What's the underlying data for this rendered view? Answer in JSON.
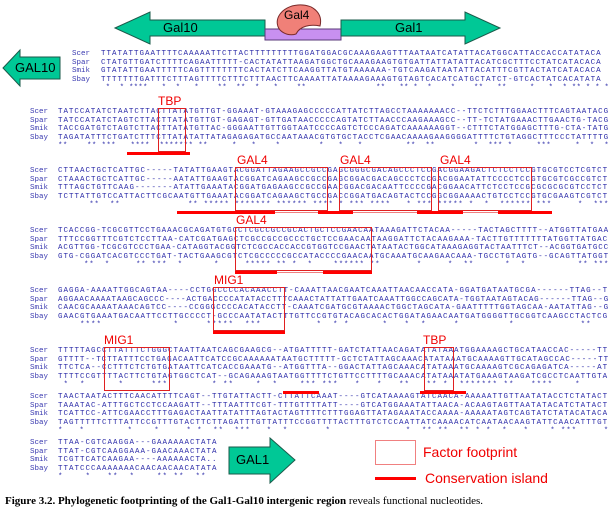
{
  "gene_diagram": {
    "left_gene": "Gal10",
    "right_gene": "Gal1",
    "factor": "Gal4",
    "colors": {
      "gene_arrow": "#00c896",
      "intergenic": "#c890f0",
      "factor": "#f08078"
    }
  },
  "side_labels": {
    "start": "GAL10",
    "end": "GAL1"
  },
  "blocks": [
    {
      "rows": [
        {
          "species": "Scer",
          "seq": "TTATATTGAATTTTCAAAAATTCTTACTTTTTTTTTGGATGGACGCAAAGAAGTTTAATAATCATATTACATGGCATTACCACCATATACA"
        },
        {
          "species": "Spar",
          "seq": "CTATGTTGATCTTTTCAGAATTTTT-CACTATATTAAGATGGCTGCAAAGAAGTGTGATTATTATATTACATCGCTTTCCTATCATACACA"
        },
        {
          "species": "Smik",
          "seq": "GTATATTGAATTTTTCAGTTTTTTTTCACTATCTTCAAGGTTATGTAAAAAA-TGTCAAGATAATATTACATTTCGTTACTATCATACACA"
        },
        {
          "species": "Sbay",
          "seq": "TTTTTTTGATTTCTTTAGTTTTCTTTCTTTAACTTCAAAATTATAAAAGAAAGTGTAGTCACATCATGCTATCT-GTCACTATCACATATA"
        }
      ],
      "conservation": " *  * ****   *  *   *    **  **  *   *    **               **   ** *  *    *    **   **     *   *  * ** * * *"
    },
    {
      "rows": [
        {
          "species": "Scer",
          "seq": "TATCCATATCTAATCTTACTTATATGTTGT-GGAAAT-GTAAAGAGCCCCCATTATCTTAGCCTAAAAAAACC--TTCTCTTTGGAACTTTCAGTAATACG"
        },
        {
          "species": "Spar",
          "seq": "TATCCATATCTAGTCTTACTTATATGTTGT-GAGAGT-GTTGATAACCCCCAGTATCTTAACCCAAGAAAGCC--TT-TCTATGAAACTTGAACTG-TACG"
        },
        {
          "species": "Smik",
          "seq": "TACCGATGTCTAGTCTTACTTATATGTTAC-GGGAATTGTTGGTAATCCCCAGTCTCCCAGATCAAAAAAGGT--CTTTCTATGGAGCTTTG-CTA-TATG"
        },
        {
          "species": "Sbay",
          "seq": "TAGATATTTCTGATCTTTCTTATATATTATAGAGAGATGCCAATAAACGTGTGCTACCTCGAACAAAAGAAGGGGATTTTCTGTAGGCTTTCCCTATTTTG"
        }
      ],
      "conservation": "**    ** ***   ****  ******* **     *   *    *        *   *   *         **  **        *  *** *     ***     *  *  *"
    },
    {
      "rows": [
        {
          "species": "Scer",
          "seq": "CTTAACTGCTCATTGC-----TATATTGAAGTACGGATTAGAAGCCGCCGAGCGGGCGACAGCCCTCCGACGGAAGACTCTCCTCCGTGCGTCCTCGTCT"
        },
        {
          "species": "Spar",
          "seq": "CTAAACTGCTCATTGC-----AATATTGAAGTACGGATCAGAAGCCGCCGAGCGGACGACAGCCCTCCGACGGAATATTCCCCTCCGTGCGTCGCCGTCT"
        },
        {
          "species": "Smik",
          "seq": "TTTAGCTGTTCAAG-------ATATTGAAATACGGATGAGAAGCCGCCGAACGGACGACAATTCCCCGACGGAACATTCTCCTCCGCGCGCGCGTCCTCT"
        },
        {
          "species": "Sbay",
          "seq": "TCTTATTGTCCATTACTTCGCAATGTTGAAATACGGATCAGAAGCTGCCGACCGGATGACAGTACTCCGGCGGAAAACTGTCCTCCGTGCGAAGTCGTCT"
        }
      ],
      "conservation": "      **  **             ** ***** ******* ****** **** * *** ****   * *** ***** *  *  ****** ***     *  ***"
    },
    {
      "rows": [
        {
          "species": "Scer",
          "seq": "TCACCGG-TCGCGTTCCTGAAACGCAGATGTGCCTCGCCGCCGCACTGCTCCGAACAATAAAGATTCTACAA-----TACTAGCTTTT--ATGGTTATGAA"
        },
        {
          "species": "Spar",
          "seq": "TTTCCGGTTTCGTCTCCTTAA-CATCGATGAGCTCGCCGCCGCCCTGCTCCGAACAATAAGGATTCTACAAGAAA-TACTTGTTTTTTTATGGTTATGAC"
        },
        {
          "species": "Smik",
          "seq": "ACGTTGG-TCGCGTCCCTGAA-CATAGGTACGGTCTCGCCACCACCGTGGTCCGAACTATAATACTGGCATAAAGAGGTACTAATTTCT--ACGGTGATGCC"
        },
        {
          "species": "Sbay",
          "seq": "GTG-CGGATCACGTCCCTGAT-TACTGAAGCGTCTCGCCCCCGCCATACCCCGAACAATGCAAATGCAAGAACAAA-TGCCTGTAGTG--GCAGTTATGGT"
        }
      ],
      "conservation": "     **  *     ** ***  *      *     ***** ** *  *    ****** **       *     *  **      *  *          ** ***"
    },
    {
      "rows": [
        {
          "species": "Scer",
          "seq": "GAGGA-AAAATTGGCAGTAA----CCTGGCCCCACAAACCTT-CAAATTAACGAATCAAATTAACAACCATA-GGATGATAATGCGA------TTAG--T"
        },
        {
          "species": "Spar",
          "seq": "AGGAACAAAATAAGCAGCCC----ACTGACCCCATATACCTTTCAAACTATTATTGAATCAAATTGGCCAGCATA-TGGTAATAGTACAG------TTAG--G"
        },
        {
          "species": "Smik",
          "seq": "CAACGCAAAATAAACAGTCC----CCGGGCCCCACATACCTT-CAAATCGATGCGTAAAACTGGCTAGCATA-GAATTTTTGGTAGCAA-AATATTAG--G"
        },
        {
          "species": "Sbay",
          "seq": "GAACGTGAAATGACAATTCCTTGCCCCT-GCCCAATATACTTTGTTCCGTGTACAGCACACTGGATAGAACAATGATGGGGTTGCGGTCAAGCCTACTCG"
        }
      ],
      "conservation": "    ****             *     *****  ***          *  * *      *   *  *     *         *            **"
    },
    {
      "rows": [
        {
          "species": "Scer",
          "seq": "TTTTTAGCCTTATTTCTGGGCTAATTAATCAGCGAAGCG--ATGATTTTT-GATCTATTAACAGATATATAAATGGAAAAGCTGCATAACCAC-----TT"
        },
        {
          "species": "Spar",
          "seq": "GTTTT--TCTTATTTCCTGAGACAATTCATCCGCAAAAAATAATGCTTTTT-GCTCTATTAGCAAACATATAAATGCAAAAGTTGCATAGCCAC-----TT"
        },
        {
          "species": "Smik",
          "seq": "TTCTCA--CCTTTCTCTGTGATAATTCATCACCGAAATG--ATGGTTTA--GGACTATTAGCAAACATATAAATGCAAAAGTCGCAGAGATCA-----AT"
        },
        {
          "species": "Sbay",
          "seq": "TTTTCCGTTTTACTTCTGTAGTGGCTCAT--GCAGAAAGTAATGGTTTTCTGTTCCTTTTGCAAACATATAAATATGAAAGTAAGATCGCCTCAATTGTA"
        }
      ],
      "conservation": " *  *      *     ***        * **    *  *    *** ***   *   *   **   ** *  ******* **   ****    *"
    },
    {
      "rows": [
        {
          "species": "Scer",
          "seq": "TAACTAATACTTTCAACATTTTCAGT--TTGTATTACTT-CTTATTCAAAT----GTCATAAAAGTATCAACA-AAAAATTGTTAATATACCTCTATACT"
        },
        {
          "species": "Spar",
          "seq": "TAAATAC-ATTTGCTCCTCCAAGATT--TTTAATTTCGT-TTTGTTTTATT----GTCATGGAAATATTAACA-ACAAGTAGTTAATATACATCTATACT"
        },
        {
          "species": "Smik",
          "seq": "TCATTCC-ATTCGAACCTTTGAGACTAATTATATTTAGTACTAGTTTTCTTTGGAGTTATAGAAATACCAAAA-AAAAATAGTCAGTATCTATACATACA"
        },
        {
          "species": "Sbay",
          "seq": "TAGTTTTTCTTTATTCCGTTTGTACTTCTTAGATTTGTTATTTCCGGTTTTACTTTGTCTCCAATTATCAAAACATCAATAACAAGTATTCAACATTTGT"
        }
      ],
      "conservation": "*   *        *    *     * *  **  ***   *  *       *              *  ** **  ** * *  *   *    * ***     *"
    },
    {
      "rows": [
        {
          "species": "Scer",
          "seq": "TTAA-CGTCAAGGA---GAAAAAACTATA"
        },
        {
          "species": "Spar",
          "seq": "TTAT-CGTCAAGGAAA-GAACAAACTATA"
        },
        {
          "species": "Smik",
          "seq": "TCGTTCATCAAGAA----AAAAAACTA.."
        },
        {
          "species": "Sbay",
          "seq": "TTATCCCAAAAAAACAACAACAACATATA"
        }
      ],
      "conservation": "*    *   **  *    ** **  **"
    }
  ],
  "annotations": {
    "tbp_1": "TBP",
    "gal4_1": "GAL4",
    "gal4_2": "GAL4",
    "gal4_3": "GAL4",
    "gal4_4": "GAL4",
    "mig1_1": "MIG1",
    "mig1_2": "MIG1",
    "tbp_2": "TBP"
  },
  "legend": {
    "factor_footprint": "Factor footprint",
    "conservation_island": "Conservation island",
    "colors": {
      "annotation": "#ff0000",
      "sequence": "#2b2ba8"
    }
  },
  "caption": {
    "bold": "Figure 3.2. Phylogenetic footprinting of the Gal1-Gal10 intergenic region",
    "normal": " reveals functional nucleotides."
  }
}
